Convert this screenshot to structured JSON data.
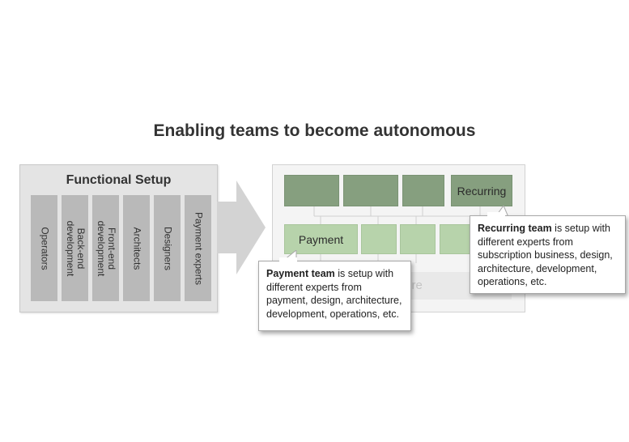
{
  "title": "Enabling teams to become autonomous",
  "functional": {
    "title": "Functional Setup",
    "columns": [
      "Operators",
      "Back-end development",
      "Front-end development",
      "Architects",
      "Designers",
      "Payment experts"
    ]
  },
  "teams": {
    "recurring_label": "Recurring",
    "payment_label": "Payment",
    "infrastructure_partial": "ture"
  },
  "callouts": {
    "payment": {
      "bold": "Payment team",
      "text": " is setup with different experts from payment, design, architecture, development, operations, etc."
    },
    "recurring": {
      "bold": "Recurring team",
      "text": " is setup with different experts from subscription business, design, architecture, development, operations, etc."
    }
  },
  "colors": {
    "dark_green": "#869f7f",
    "light_green": "#b7d3ab",
    "gray_column": "#b9b9b9",
    "panel": "#e4e4e4"
  }
}
